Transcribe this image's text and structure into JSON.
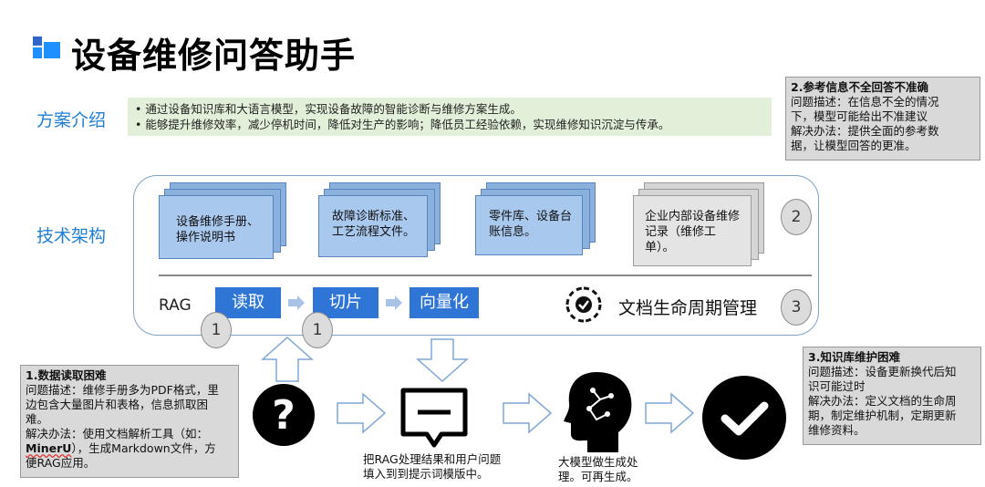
{
  "title": "设备维修问答助手",
  "sections": {
    "intro_label": "方案介绍",
    "arch_label": "技术架构"
  },
  "intro": {
    "bullet1": "•  通过设备知识库和大语言模型，实现设备故障的智能诊断与维修方案生成。",
    "bullet2": "•  能够提升维修效率，减少停机时间，降低对生产的影响；降低员工经验依赖，实现维修知识沉淀与传承。"
  },
  "notes": {
    "n2": {
      "title": "2.参考信息不全回答不准确",
      "l1": "问题描述：在信息不全的情况",
      "l2": "下，模型可能给出不准建议",
      "l3": "解决办法：提供全面的参考数",
      "l4": "据，让模型回答的更准。"
    },
    "n1": {
      "title": "1.数据读取困难",
      "l1": "问题描述：维修手册多为PDF格式，里",
      "l2": "边包含大量图片和表格，信息抓取困",
      "l3": "难。",
      "l4": "解决办法：使用文档解析工具（如：",
      "l5a": "MinerU",
      "l5b": "），生成Markdown文件，方",
      "l6": "便RAG应用。"
    },
    "n3": {
      "title": "3.知识库维护困难",
      "l1": "问题描述：设备更新换代后知",
      "l2": "识可能过时",
      "l3": "解决办法：定义文档的生命周",
      "l4": "期，制定维护机制，定期更新",
      "l5": "维修资料。"
    }
  },
  "docs": {
    "d1": {
      "l1": "设备维修手册、",
      "l2": "操作说明书"
    },
    "d2": {
      "l1": "故障诊断标准、",
      "l2": "工艺流程文件。"
    },
    "d3": {
      "l1": "零件库、设备台",
      "l2": "账信息。"
    },
    "d4": {
      "l1": "企业内部设备维修",
      "l2": "记录（维修工",
      "l3": "单）。"
    }
  },
  "pipeline": {
    "rag": "RAG",
    "read": "读取",
    "chunk": "切片",
    "vector": "向量化",
    "lifecycle": "文档生命周期管理"
  },
  "badges": {
    "b1a": "1",
    "b1b": "1",
    "b2": "2",
    "b3": "3"
  },
  "flow": {
    "prompt_l1": "把RAG处理结果和用户问题",
    "prompt_l2": "填入到到提示词模版中。",
    "model_l1": "大模型做生成处",
    "model_l2": "理。可再生成。",
    "question_mark": "?"
  },
  "colors": {
    "accent": "#1f7fd6",
    "button": "#2e75d6",
    "doc_blue": "#a9c8ee",
    "note_grey": "#d9d9d9",
    "intro_green": "#e2f0d9"
  }
}
